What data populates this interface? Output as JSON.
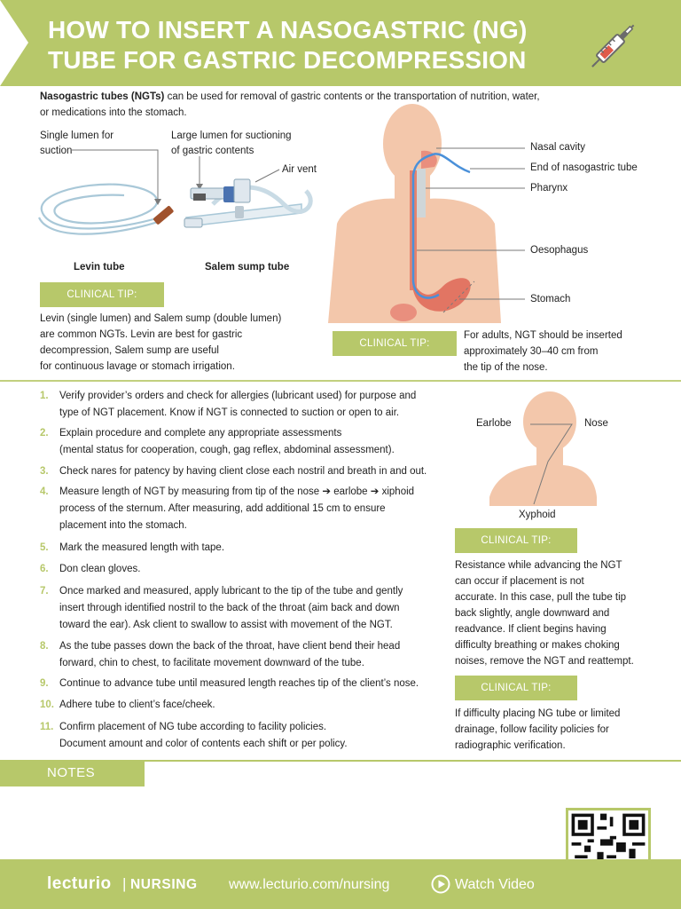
{
  "header": {
    "title_line1": "HOW TO INSERT A NASOGASTRIC (NG)",
    "title_line2": "TUBE FOR GASTRIC DECOMPRESSION"
  },
  "intro": {
    "bold": "Nasogastric tubes (NGTs)",
    "rest_line1": " can be used for removal of gastric contents or the transportation of nutrition, water,",
    "line2": "or medications into the stomach."
  },
  "tubes": {
    "single_lumen_line1": "Single lumen for",
    "single_lumen_line2": "suction",
    "large_lumen_line1": "Large lumen for suctioning",
    "large_lumen_line2": "of gastric contents",
    "air_vent": "Air vent",
    "levin": "Levin tube",
    "salem": "Salem sump tube"
  },
  "anatomy": {
    "nasal_cavity": "Nasal cavity",
    "end_tube": "End of nasogastric tube",
    "pharynx": "Pharynx",
    "oesophagus": "Oesophagus",
    "stomach": "Stomach"
  },
  "tip_label": "CLINICAL TIP:",
  "tip1": {
    "line1": "Levin (single lumen) and Salem sump (double lumen)",
    "line2": "are common NGTs. Levin are best for gastric",
    "line3": "decompression, Salem sump are useful",
    "line4": "for continuous lavage or stomach irrigation."
  },
  "tip2": {
    "line1": "For adults, NGT should be inserted",
    "line2": "approximately 30–40 cm from",
    "line3": "the tip of the nose."
  },
  "steps": [
    {
      "num": "1.",
      "l1": "Verify provider’s orders and check for allergies (lubricant used) for purpose and",
      "l2": "type of NGT placement. Know if NGT is connected to suction or open to air.",
      "l3": ""
    },
    {
      "num": "2.",
      "l1": "Explain procedure and complete any appropriate assessments",
      "l2": "(mental status for cooperation, cough, gag reflex, abdominal assessment).",
      "l3": ""
    },
    {
      "num": "3.",
      "l1": "Check nares for patency by having client close each nostril and breath in and out.",
      "l2": "",
      "l3": ""
    },
    {
      "num": "4.",
      "l1": "Measure length of NGT by measuring from tip of the nose ➔ earlobe ➔ xiphoid",
      "l2": "process of the sternum. After measuring, add additional 15 cm to ensure",
      "l3": "placement into the stomach."
    },
    {
      "num": "5.",
      "l1": "Mark the measured length with tape.",
      "l2": "",
      "l3": ""
    },
    {
      "num": "6.",
      "l1": "Don clean gloves.",
      "l2": "",
      "l3": ""
    },
    {
      "num": "7.",
      "l1": "Once marked and measured, apply lubricant to the tip of the tube and gently",
      "l2": "insert through identified nostril to the back of the throat (aim back and down",
      "l3": "toward the ear). Ask client to swallow to assist with movement of the NGT."
    },
    {
      "num": "8.",
      "l1": "As the tube passes down the back of the throat, have client bend their head",
      "l2": "forward, chin to chest, to facilitate movement downward of the tube.",
      "l3": ""
    },
    {
      "num": "9.",
      "l1": "Continue to advance tube until measured length reaches tip of the client’s nose.",
      "l2": "",
      "l3": ""
    },
    {
      "num": "10.",
      "l1": "Adhere tube to client’s face/cheek.",
      "l2": "",
      "l3": ""
    },
    {
      "num": "11.",
      "l1": "Confirm placement of NG tube according to facility policies.",
      "l2": "Document amount and color of contents each shift or per policy.",
      "l3": ""
    }
  ],
  "measure": {
    "earlobe": "Earlobe",
    "nose": "Nose",
    "xyphoid": "Xyphoid"
  },
  "tip3": {
    "line1": "Resistance while advancing the NGT",
    "line2": "can occur if placement is not",
    "line3": "accurate. In this case, pull the tube tip",
    "line4": "back slightly, angle downward and",
    "line5": "readvance. If client begins having",
    "line6": "difficulty breathing or makes choking",
    "line7": "noises, remove the NGT and reattempt."
  },
  "tip4": {
    "line1": "If difficulty placing NG tube or limited",
    "line2": "drainage, follow facility policies for",
    "line3": "radiographic verification."
  },
  "notes_label": "NOTES",
  "footer": {
    "brand": "lecturio",
    "separator": "|",
    "nursing": "NURSING",
    "url": "www.lecturio.com/nursing",
    "watch": "Watch Video"
  },
  "colors": {
    "accent": "#b7c86a",
    "skin": "#f3c7ab",
    "tube": "#4a90d9"
  }
}
